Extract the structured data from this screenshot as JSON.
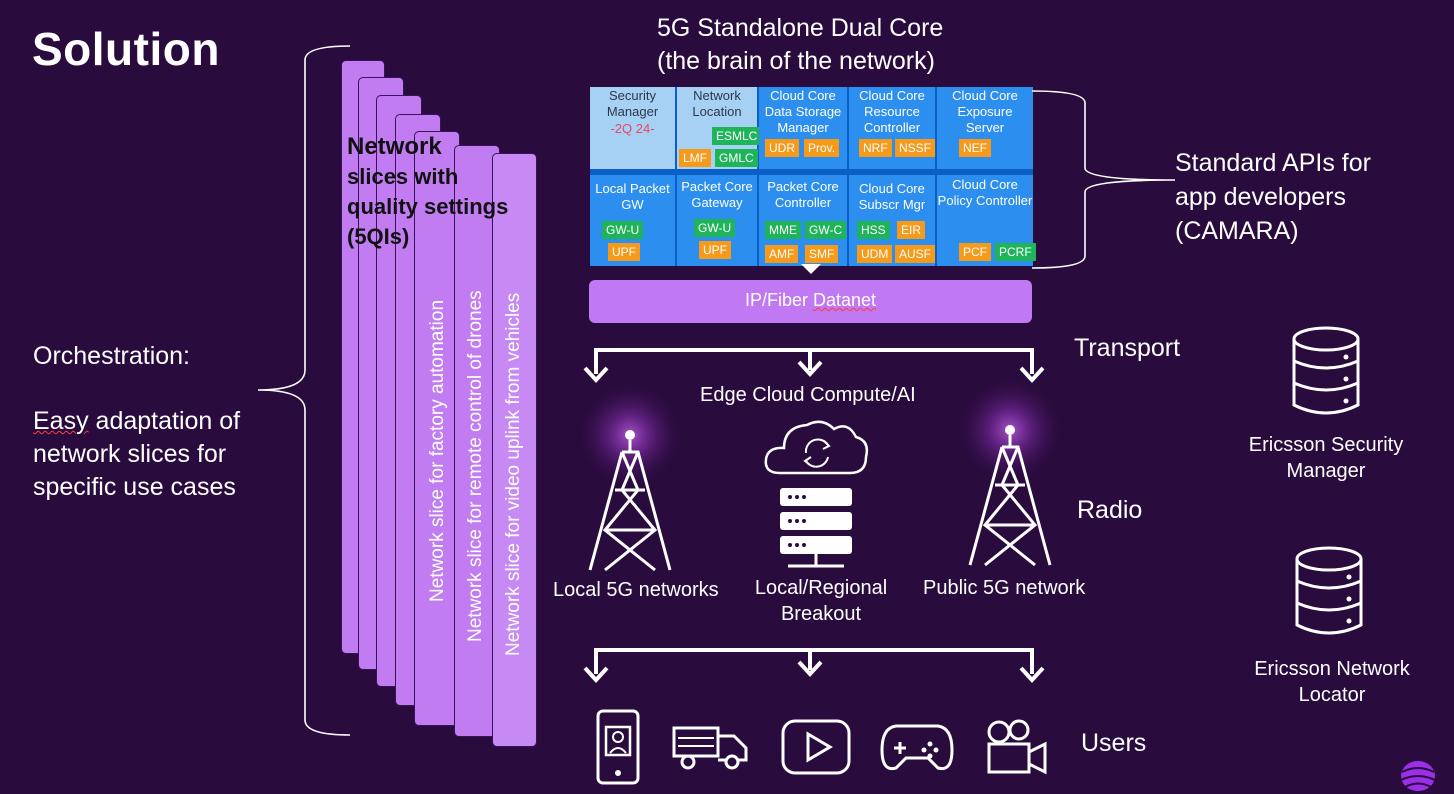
{
  "title": "Solution",
  "orchestration": {
    "line1": "Orchestration:",
    "line2_prefix": "Easy",
    "line2_rest": " adaptation of network slices for specific use cases"
  },
  "slices": {
    "heading": [
      "Network",
      "slices with",
      "quality settings",
      "(5QIs)"
    ],
    "labels": [
      "Network slice for factory automation",
      "Network slice for remote control of drones",
      "Network slice for video uplink from vehicles"
    ]
  },
  "core": {
    "title_line1": "5G Standalone Dual Core",
    "title_line2": "(the brain of the network)",
    "cells": [
      {
        "label": "Security Manager",
        "extra": "-2Q 24-",
        "tags": []
      },
      {
        "label": "Network Location",
        "tags": [
          "ESMLC",
          "LMF",
          "GMLC"
        ]
      },
      {
        "label": "Cloud Core Data Storage Manager",
        "tags": [
          "UDR",
          "Prov."
        ]
      },
      {
        "label": "Cloud Core Resource Controller",
        "tags": [
          "NRF",
          "NSSF"
        ]
      },
      {
        "label": "Cloud Core Exposure Server",
        "tags": [
          "NEF"
        ]
      },
      {
        "label": "Local Packet GW",
        "tags": [
          "GW-U",
          "UPF"
        ]
      },
      {
        "label": "Packet Core Gateway",
        "tags": [
          "GW-U",
          "UPF"
        ]
      },
      {
        "label": "Packet Core Controller",
        "tags": [
          "MME",
          "GW-C",
          "AMF",
          "SMF"
        ]
      },
      {
        "label": "Cloud Core Subscr Mgr",
        "tags": [
          "HSS",
          "EIR",
          "UDM",
          "AUSF"
        ]
      },
      {
        "label": "Cloud Core Policy Controller",
        "tags": [
          "PCF",
          "PCRF"
        ]
      }
    ],
    "colors": {
      "grid_bg": "#0a60c7",
      "cell": "#2c8ff0",
      "orange": "#f59a1b",
      "green": "#20b45a"
    }
  },
  "apis": "Standard APIs for app developers (CAMARA)",
  "apis_lines": [
    "Standard APIs for",
    "app developers",
    "(CAMARA)"
  ],
  "datanet_prefix": "IP/Fiber ",
  "datanet_word": "Datanet",
  "transport": "Transport",
  "edge": "Edge Cloud Compute/AI",
  "radio": "Radio",
  "local5g": "Local 5G networks",
  "breakout": [
    "Local/Regional",
    "Breakout"
  ],
  "public5g": "Public 5G network",
  "users": "Users",
  "security_manager": [
    "Ericsson Security",
    "Manager"
  ],
  "network_locator": [
    "Ericsson Network",
    "Locator"
  ],
  "icons": [
    "phone-user-icon",
    "truck-icon",
    "video-play-icon",
    "gamepad-icon",
    "video-camera-icon",
    "cloud-sync-icon",
    "server-rack-icon",
    "radio-tower-icon",
    "database-icon",
    "telia-logo"
  ]
}
